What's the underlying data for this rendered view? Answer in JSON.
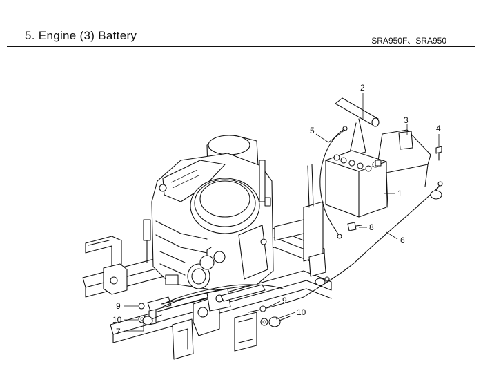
{
  "header": {
    "title": "5. Engine (3) Battery",
    "model": "SRA950F、SRA950"
  },
  "callouts": [
    "1",
    "2",
    "3",
    "4",
    "5",
    "6",
    "7",
    "8",
    "9",
    "9",
    "10",
    "10"
  ],
  "colors": {
    "ink": "#111111",
    "paper": "#ffffff"
  }
}
